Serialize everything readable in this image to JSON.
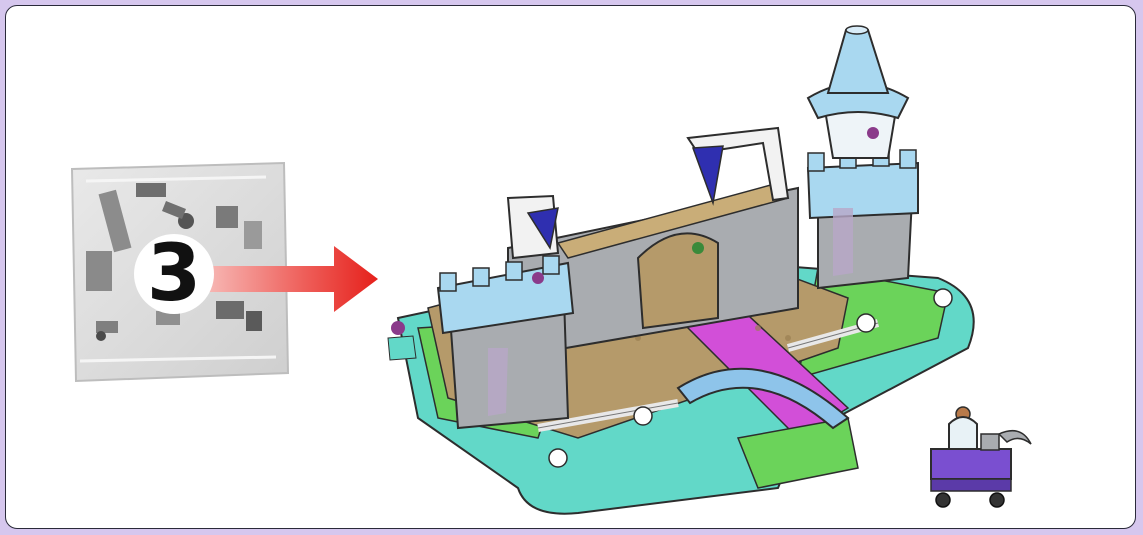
{
  "step": {
    "bag_number": "3"
  },
  "icons": {
    "bag": "parts-bag-icon",
    "arrow": "right-arrow-icon",
    "model": "castle-model-illustration",
    "cart": "cart-illustration"
  },
  "colors": {
    "background": "#d6c7ee",
    "panel": "#ffffff",
    "arrow": "#e8231f",
    "wall": "#a9acb0",
    "tower": "#a9d8f0",
    "tan": "#b59a6a",
    "magenta": "#d24fd8",
    "green": "#6bd35a",
    "teal": "#62d8c8"
  }
}
